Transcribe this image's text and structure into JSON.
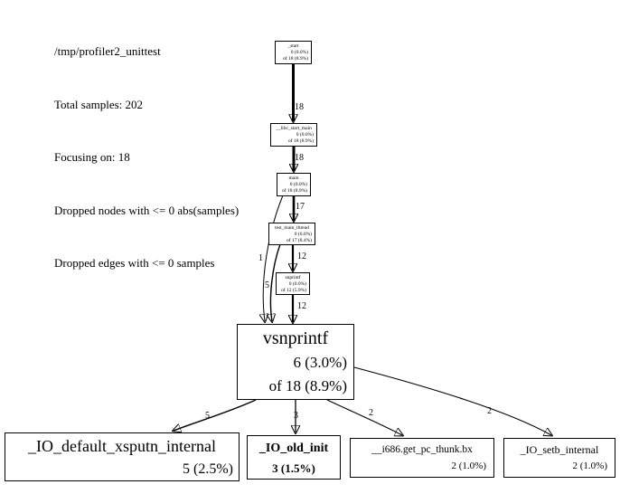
{
  "header": {
    "lines": [
      "/tmp/profiler2_unittest",
      "Total samples: 202",
      "Focusing on: 18",
      "Dropped nodes with <= 0 abs(samples)",
      "Dropped edges with <= 0 samples"
    ]
  },
  "graph": {
    "nodes": {
      "start": {
        "name": "_start",
        "self": "0 (0.0%)",
        "cum": "of 18 (8.9%)"
      },
      "libc_start_main": {
        "name": "__libc_start_main",
        "self": "0 (0.0%)",
        "cum": "of 18 (8.9%)"
      },
      "main": {
        "name": "main",
        "self": "0 (0.0%)",
        "cum": "of 18 (8.9%)"
      },
      "test_main_thread": {
        "name": "test_main_thread",
        "self": "0 (0.0%)",
        "cum": "of 17 (8.4%)"
      },
      "snprintf": {
        "name": "snprintf",
        "self": "0 (0.0%)",
        "cum": "of 12 (5.9%)"
      },
      "vsnprintf": {
        "name": "vsnprintf",
        "self": "6 (3.0%)",
        "cum": "of 18 (8.9%)"
      },
      "io_default_xsputn": {
        "name": "_IO_default_xsputn_internal",
        "self": "5 (2.5%)"
      },
      "io_old_init": {
        "name": "_IO_old_init",
        "self": "3 (1.5%)"
      },
      "get_pc_thunk": {
        "name": "__i686.get_pc_thunk.bx",
        "self": "2 (1.0%)"
      },
      "io_setb": {
        "name": "_IO_setb_internal",
        "self": "2 (1.0%)"
      }
    },
    "edges": [
      {
        "from": "_start",
        "to": "__libc_start_main",
        "label": "18"
      },
      {
        "from": "__libc_start_main",
        "to": "main",
        "label": "18"
      },
      {
        "from": "main",
        "to": "test_main_thread",
        "label": "17"
      },
      {
        "from": "main",
        "to": "vsnprintf",
        "label": "1"
      },
      {
        "from": "test_main_thread",
        "to": "snprintf",
        "label": "12"
      },
      {
        "from": "test_main_thread",
        "to": "vsnprintf",
        "label": "5"
      },
      {
        "from": "snprintf",
        "to": "vsnprintf",
        "label": "12"
      },
      {
        "from": "vsnprintf",
        "to": "_IO_default_xsputn_internal",
        "label": "5"
      },
      {
        "from": "vsnprintf",
        "to": "_IO_old_init",
        "label": "3"
      },
      {
        "from": "vsnprintf",
        "to": "__i686.get_pc_thunk.bx",
        "label": "2"
      },
      {
        "from": "vsnprintf",
        "to": "_IO_setb_internal",
        "label": "2"
      }
    ]
  }
}
